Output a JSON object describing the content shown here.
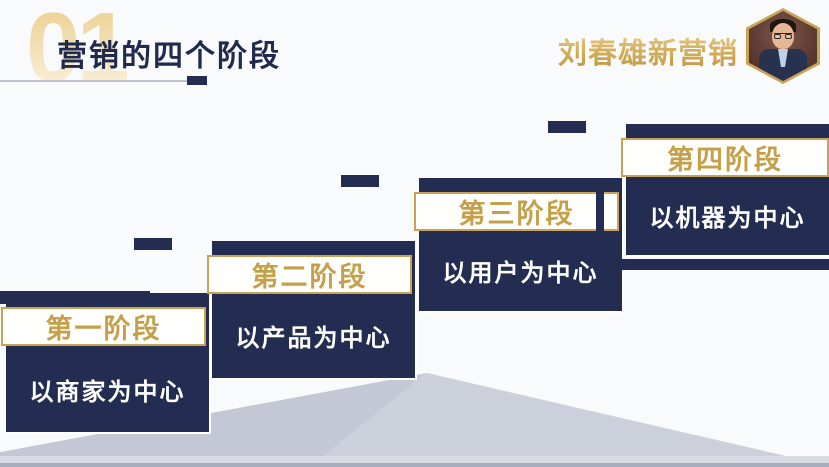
{
  "header": {
    "section_number": "01",
    "title": "营销的四个阶段",
    "brand": "刘春雄新营销"
  },
  "steps": [
    {
      "stage": "第一阶段",
      "focus": "以商家为中心"
    },
    {
      "stage": "第二阶段",
      "focus": "以产品为中心"
    },
    {
      "stage": "第三阶段",
      "focus": "以用户为中心"
    },
    {
      "stage": "第四阶段",
      "focus": "以机器为中心"
    }
  ],
  "colors": {
    "navy": "#232d52",
    "gold_border": "#c9a254",
    "gold_text": "#c5a04a",
    "title_navy": "#202a4c",
    "mountain_gray": "#ccd0db",
    "mountain_gray_light": "#c3c8d4",
    "base_strip_light": "#d9dce4",
    "base_strip_dark": "#a8adbd",
    "background": "#f9fafc"
  }
}
